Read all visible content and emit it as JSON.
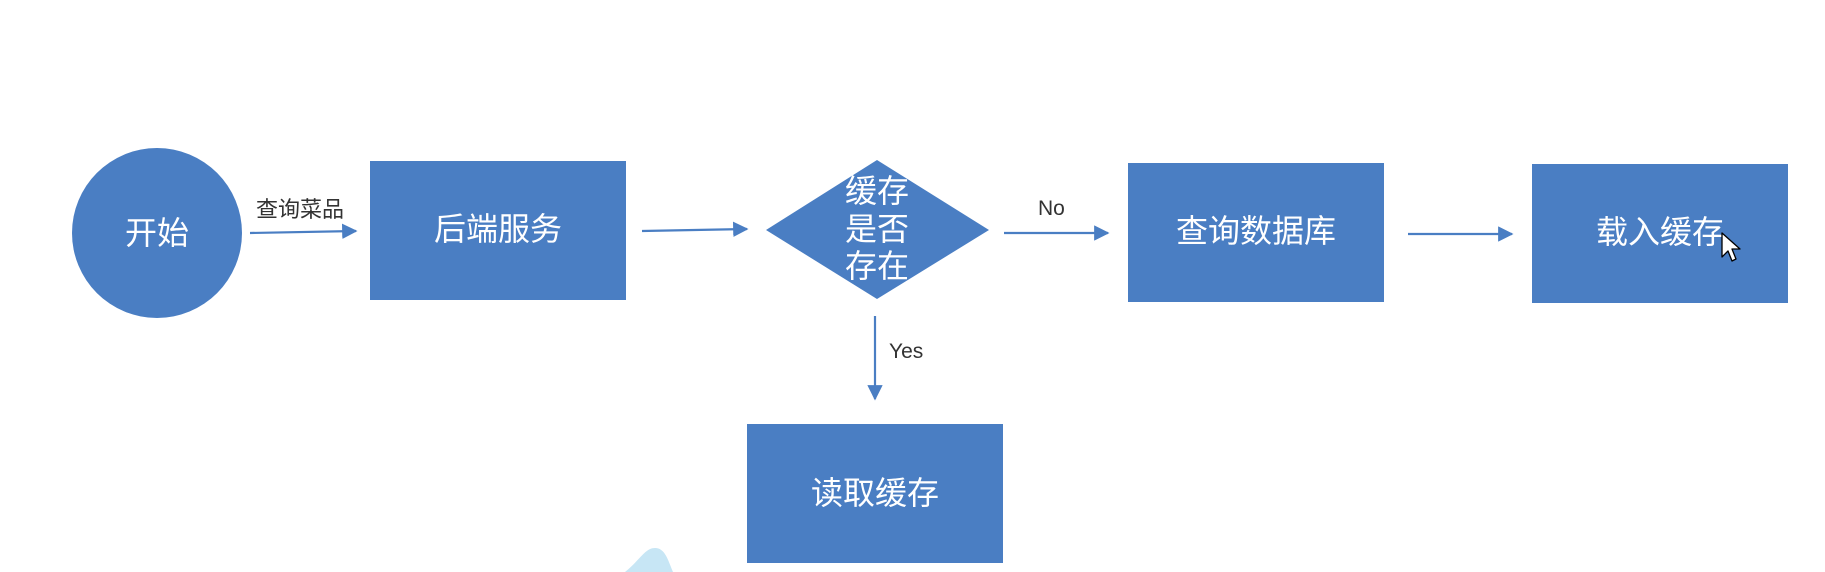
{
  "diagram": {
    "colors": {
      "node_fill": "#4a7ec3",
      "node_text": "#ffffff",
      "edge": "#4a7ec3",
      "edge_label": "#333333"
    },
    "nodes": {
      "start": {
        "shape": "circle",
        "label": "开始"
      },
      "backend": {
        "shape": "rectangle",
        "label": "后端服务"
      },
      "decision": {
        "shape": "diamond",
        "label_lines": [
          "缓存",
          "是否",
          "存在"
        ]
      },
      "query_db": {
        "shape": "rectangle",
        "label": "查询数据库"
      },
      "load_cache": {
        "shape": "rectangle",
        "label": "载入缓存"
      },
      "read_cache": {
        "shape": "rectangle",
        "label": "读取缓存"
      }
    },
    "edges": {
      "start_to_backend": {
        "label": "查询菜品"
      },
      "backend_to_decision": {
        "label": ""
      },
      "decision_to_query_db": {
        "label": "No"
      },
      "query_db_to_load_cache": {
        "label": ""
      },
      "decision_to_read_cache": {
        "label": "Yes"
      }
    }
  }
}
